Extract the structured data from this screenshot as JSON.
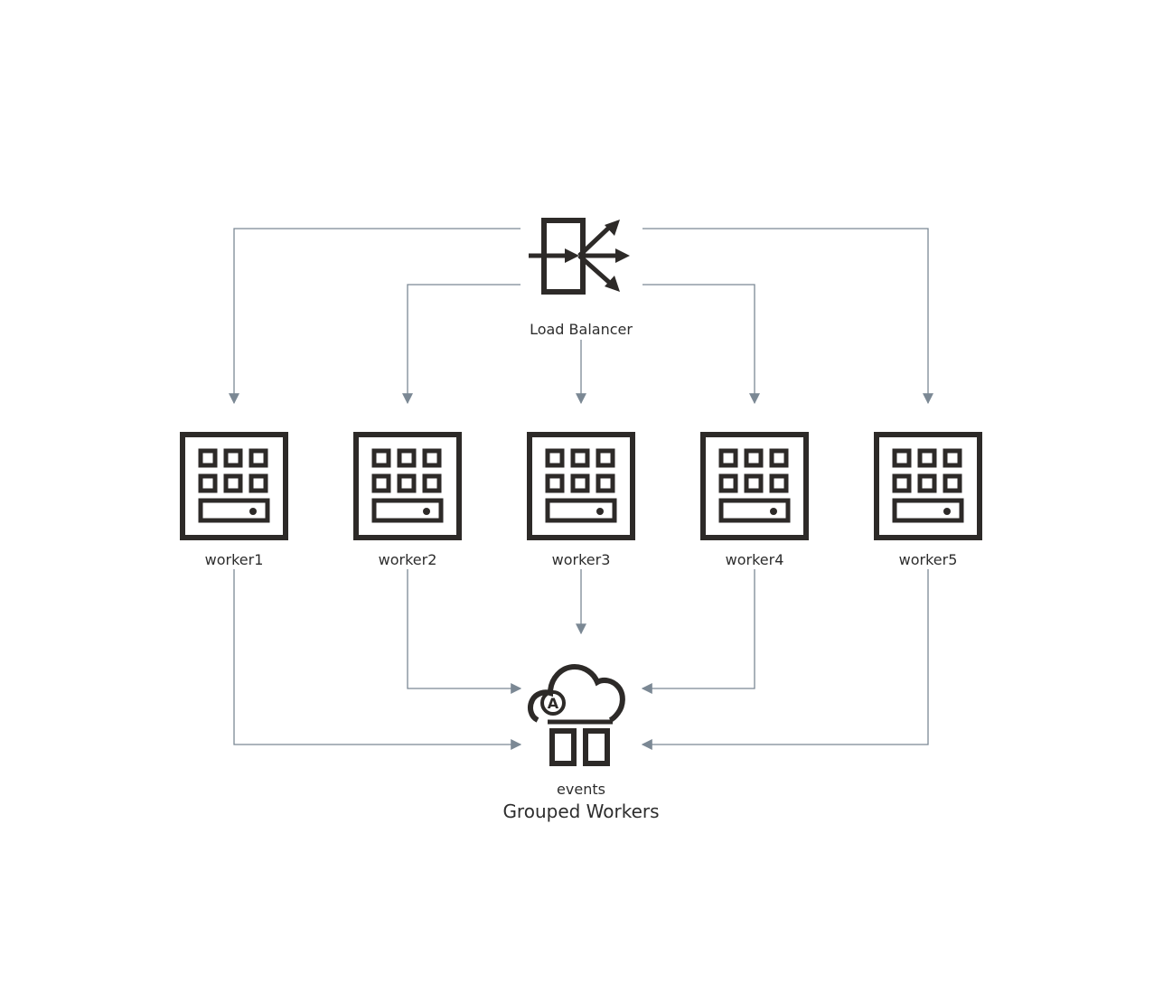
{
  "diagram": {
    "title": "Grouped Workers",
    "load_balancer": {
      "label": "Load Balancer",
      "icon": "load-balancer-icon"
    },
    "workers": [
      {
        "label": "worker1",
        "icon": "server-rack-icon"
      },
      {
        "label": "worker2",
        "icon": "server-rack-icon"
      },
      {
        "label": "worker3",
        "icon": "server-rack-icon"
      },
      {
        "label": "worker4",
        "icon": "server-rack-icon"
      },
      {
        "label": "worker5",
        "icon": "server-rack-icon"
      }
    ],
    "events": {
      "label": "events",
      "icon": "cloud-events-icon"
    },
    "colors": {
      "edge": "#7b8894",
      "icon": "#2d2a28",
      "text": "#2d2d2d"
    }
  }
}
